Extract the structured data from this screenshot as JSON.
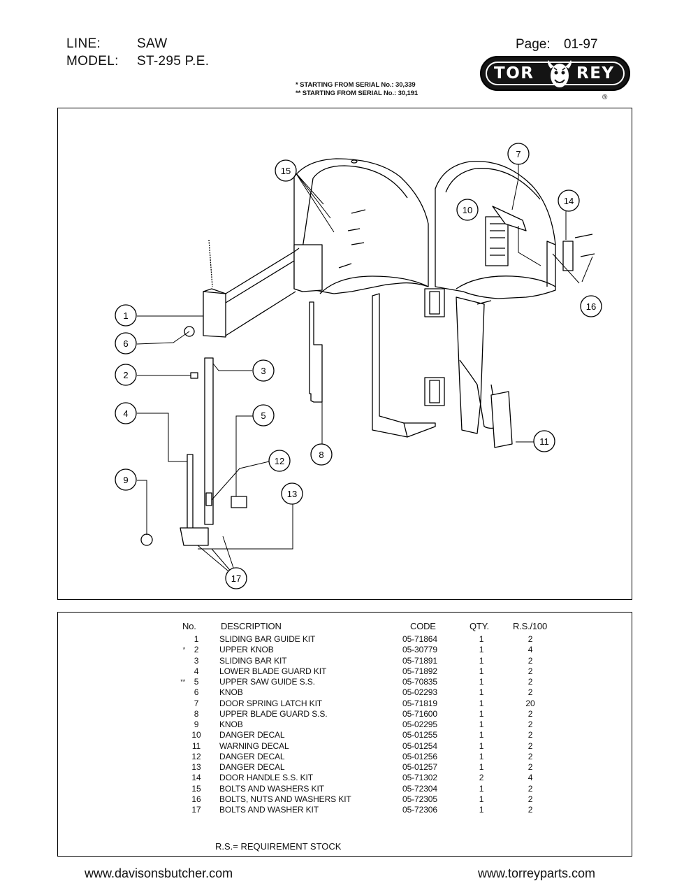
{
  "header": {
    "line_label": "LINE:",
    "line_value": "SAW",
    "model_label": "MODEL:",
    "model_value": "ST-295 P.E.",
    "page_label": "Page:",
    "page_value": "01-97"
  },
  "serial_notes": [
    "* STARTING FROM SERIAL No.: 30,339",
    "** STARTING FROM SERIAL No.: 30,191"
  ],
  "logo": {
    "left": "TOR",
    "right": "REY",
    "registered": "®"
  },
  "diagram": {
    "callouts": [
      "1",
      "2",
      "3",
      "4",
      "5",
      "6",
      "7",
      "8",
      "9",
      "10",
      "11",
      "12",
      "13",
      "14",
      "15",
      "16",
      "17"
    ]
  },
  "parts_table": {
    "headers": {
      "no": "No.",
      "description": "DESCRIPTION",
      "code": "CODE",
      "qty": "QTY.",
      "rs": "R.S./100"
    },
    "rows": [
      {
        "mark": "",
        "no": "1",
        "description": "SLIDING BAR GUIDE KIT",
        "code": "05-71864",
        "qty": "1",
        "rs": "2"
      },
      {
        "mark": "*",
        "no": "2",
        "description": "UPPER KNOB",
        "code": "05-30779",
        "qty": "1",
        "rs": "4"
      },
      {
        "mark": "",
        "no": "3",
        "description": "SLIDING BAR KIT",
        "code": "05-71891",
        "qty": "1",
        "rs": "2"
      },
      {
        "mark": "",
        "no": "4",
        "description": "LOWER BLADE GUARD KIT",
        "code": "05-71892",
        "qty": "1",
        "rs": "2"
      },
      {
        "mark": "**",
        "no": "5",
        "description": "UPPER SAW GUIDE S.S.",
        "code": "05-70835",
        "qty": "1",
        "rs": "2"
      },
      {
        "mark": "",
        "no": "6",
        "description": "KNOB",
        "code": "05-02293",
        "qty": "1",
        "rs": "2"
      },
      {
        "mark": "",
        "no": "7",
        "description": "DOOR SPRING LATCH KIT",
        "code": "05-71819",
        "qty": "1",
        "rs": "20"
      },
      {
        "mark": "",
        "no": "8",
        "description": "UPPER BLADE GUARD S.S.",
        "code": "05-71600",
        "qty": "1",
        "rs": "2"
      },
      {
        "mark": "",
        "no": "9",
        "description": "KNOB",
        "code": "05-02295",
        "qty": "1",
        "rs": "2"
      },
      {
        "mark": "",
        "no": "10",
        "description": "DANGER DECAL",
        "code": "05-01255",
        "qty": "1",
        "rs": "2"
      },
      {
        "mark": "",
        "no": "11",
        "description": "WARNING DECAL",
        "code": "05-01254",
        "qty": "1",
        "rs": "2"
      },
      {
        "mark": "",
        "no": "12",
        "description": "DANGER DECAL",
        "code": "05-01256",
        "qty": "1",
        "rs": "2"
      },
      {
        "mark": "",
        "no": "13",
        "description": "DANGER DECAL",
        "code": "05-01257",
        "qty": "1",
        "rs": "2"
      },
      {
        "mark": "",
        "no": "14",
        "description": "DOOR HANDLE S.S. KIT",
        "code": "05-71302",
        "qty": "2",
        "rs": "4"
      },
      {
        "mark": "",
        "no": "15",
        "description": "BOLTS AND WASHERS KIT",
        "code": "05-72304",
        "qty": "1",
        "rs": "2"
      },
      {
        "mark": "",
        "no": "16",
        "description": "BOLTS, NUTS AND WASHERS KIT",
        "code": "05-72305",
        "qty": "1",
        "rs": "2"
      },
      {
        "mark": "",
        "no": "17",
        "description": "BOLTS AND WASHER KIT",
        "code": "05-72306",
        "qty": "1",
        "rs": "2"
      }
    ],
    "note": "R.S.= REQUIREMENT STOCK"
  },
  "footer": {
    "left_url": "www.davisonsbutcher.com",
    "right_url": "www.torreyparts.com"
  }
}
